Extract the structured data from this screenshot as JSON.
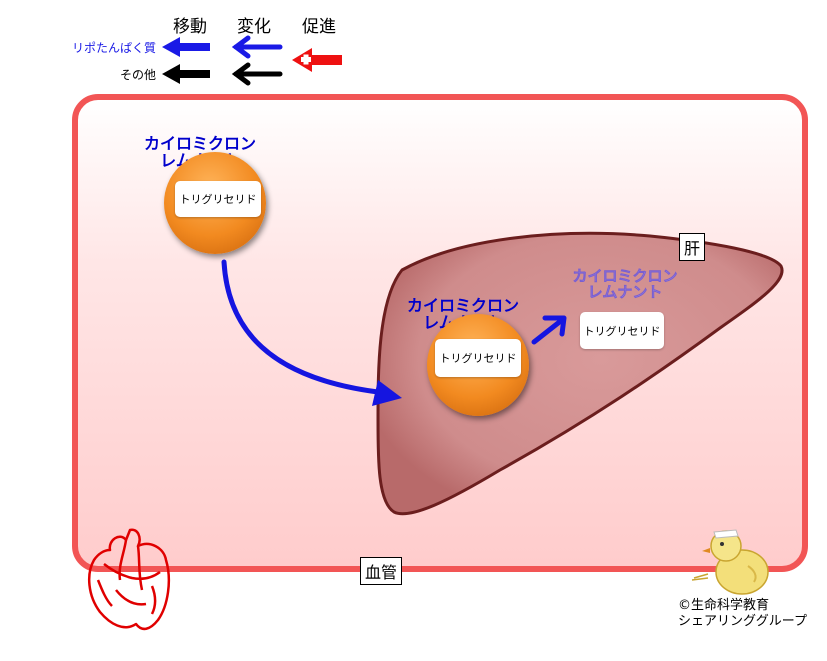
{
  "legend": {
    "headers": {
      "move": "移動",
      "change": "変化",
      "promote": "促進"
    },
    "rows": [
      {
        "label": "リポたんぱく質",
        "color": "#1a1ae6"
      },
      {
        "label": "その他",
        "color": "#000000"
      }
    ],
    "promote_color": "#ee1111"
  },
  "labels": {
    "liver": "肝",
    "vessel": "血管",
    "chylomicron_remnant": [
      "カイロミクロン",
      "レムナント"
    ],
    "triglyceride": "トリグリセリド"
  },
  "credit": [
    "©生命科学教育",
    "シェアリンググループ"
  ],
  "icons": [
    "heart-icon",
    "chick-icon"
  ]
}
